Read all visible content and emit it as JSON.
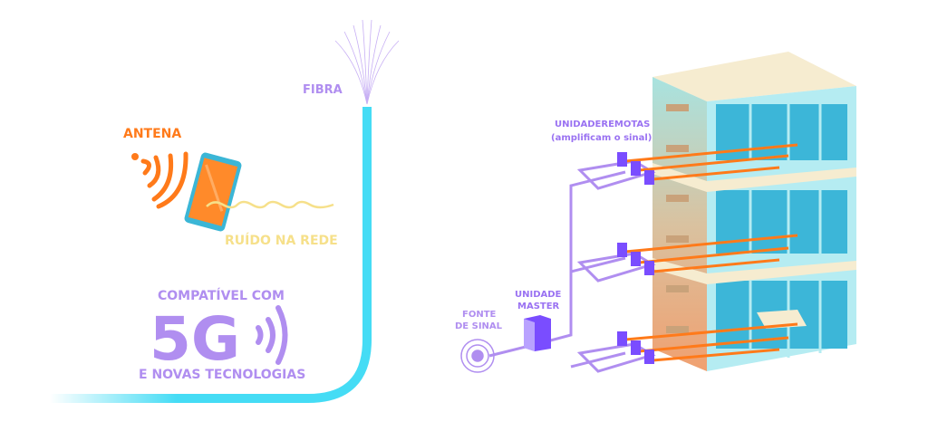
{
  "labels": {
    "fibra": "FIBRA",
    "antena": "ANTENA",
    "ruido": "RUÍDO NA REDE",
    "compat": "COMPATÍVEL COM",
    "five_g": "5G",
    "novas": "E NOVAS TECNOLOGIAS",
    "remotas_1": "UNIDADEREMOTAS",
    "remotas_2": "(amplificam o sinal)",
    "master_1": "UNIDADE",
    "master_2": "MASTER",
    "fonte_1": "FONTE",
    "fonte_2": "DE SINAL"
  },
  "colors": {
    "purple": "#b08ef0",
    "orange": "#ff7a1a",
    "cyan": "#45dcf5",
    "yellow": "#f6e08a"
  }
}
